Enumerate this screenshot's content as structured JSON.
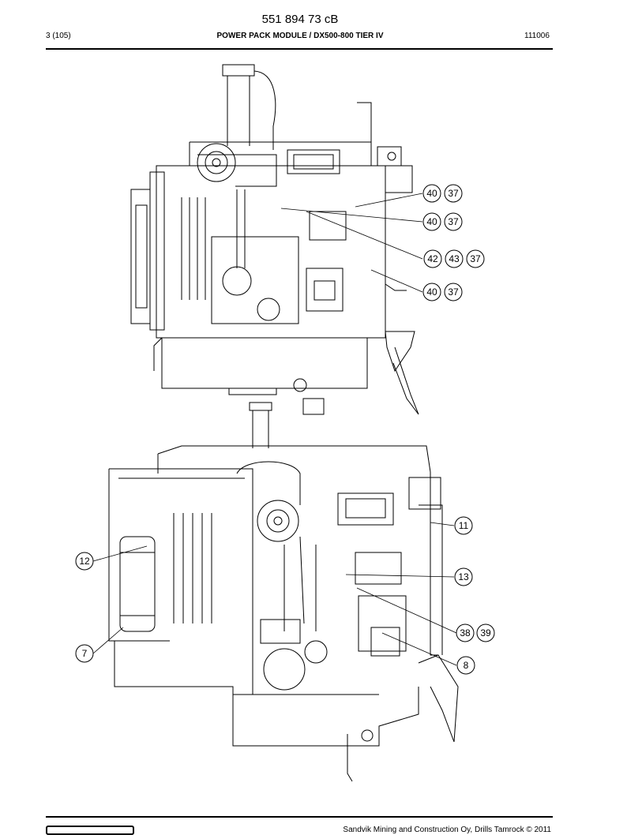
{
  "header": {
    "doc_number": "551 894 73 cB",
    "page": "3 (105)",
    "title": "POWER PACK MODULE / DX500-800 TIER IV",
    "date": "111006"
  },
  "callouts_top": [
    "40",
    "37",
    "40",
    "37",
    "42",
    "43",
    "37",
    "40",
    "37"
  ],
  "callouts_bottom": [
    "11",
    "12",
    "13",
    "38",
    "39",
    "7",
    "8"
  ],
  "footer": {
    "copyright": "Sandvik Mining and Construction Oy, Drills Tamrock © 2011"
  }
}
